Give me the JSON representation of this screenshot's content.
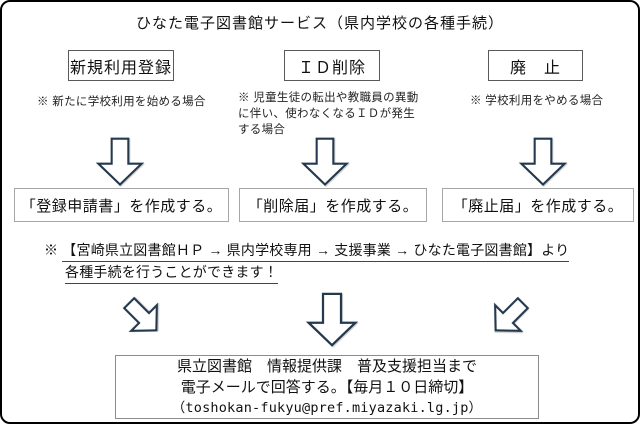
{
  "title": "ひなた電子図書館サービス（県内学校の各種手続）",
  "procedures": [
    {
      "label": "新規利用登録",
      "note": "※ 新たに学校利用を始める場合",
      "result": "「登録申請書」を作成する。"
    },
    {
      "label": "ＩＤ削除",
      "note": "※ 児童生徒の転出や教職員の異動\nに伴い、使わなくなるＩＤが発生\nする場合",
      "result": "「削除届」を作成する。"
    },
    {
      "label": "廃　止",
      "note": "※ 学校利用をやめる場合",
      "result": "「廃止届」を作成する。"
    }
  ],
  "hp_note": {
    "marker": "※ ",
    "line1": "【宮崎県立図書館ＨＰ → 県内学校専用 → 支援事業 → ひなた電子図書館】より",
    "line2": "各種手続を行うことができます！"
  },
  "footer_box": {
    "line1": "県立図書館　情報提供課　普及支援担当まで",
    "line2": "電子メールで回答する。【毎月１０日締切】",
    "line3": "（toshokan-fukyu@pref.miyazaki.lg.jp）"
  },
  "colors": {
    "arrow_outline": "#24384e",
    "box_border_dark": "#595959",
    "box_border_gray": "#a6a6a6",
    "page_border": "#000000"
  }
}
